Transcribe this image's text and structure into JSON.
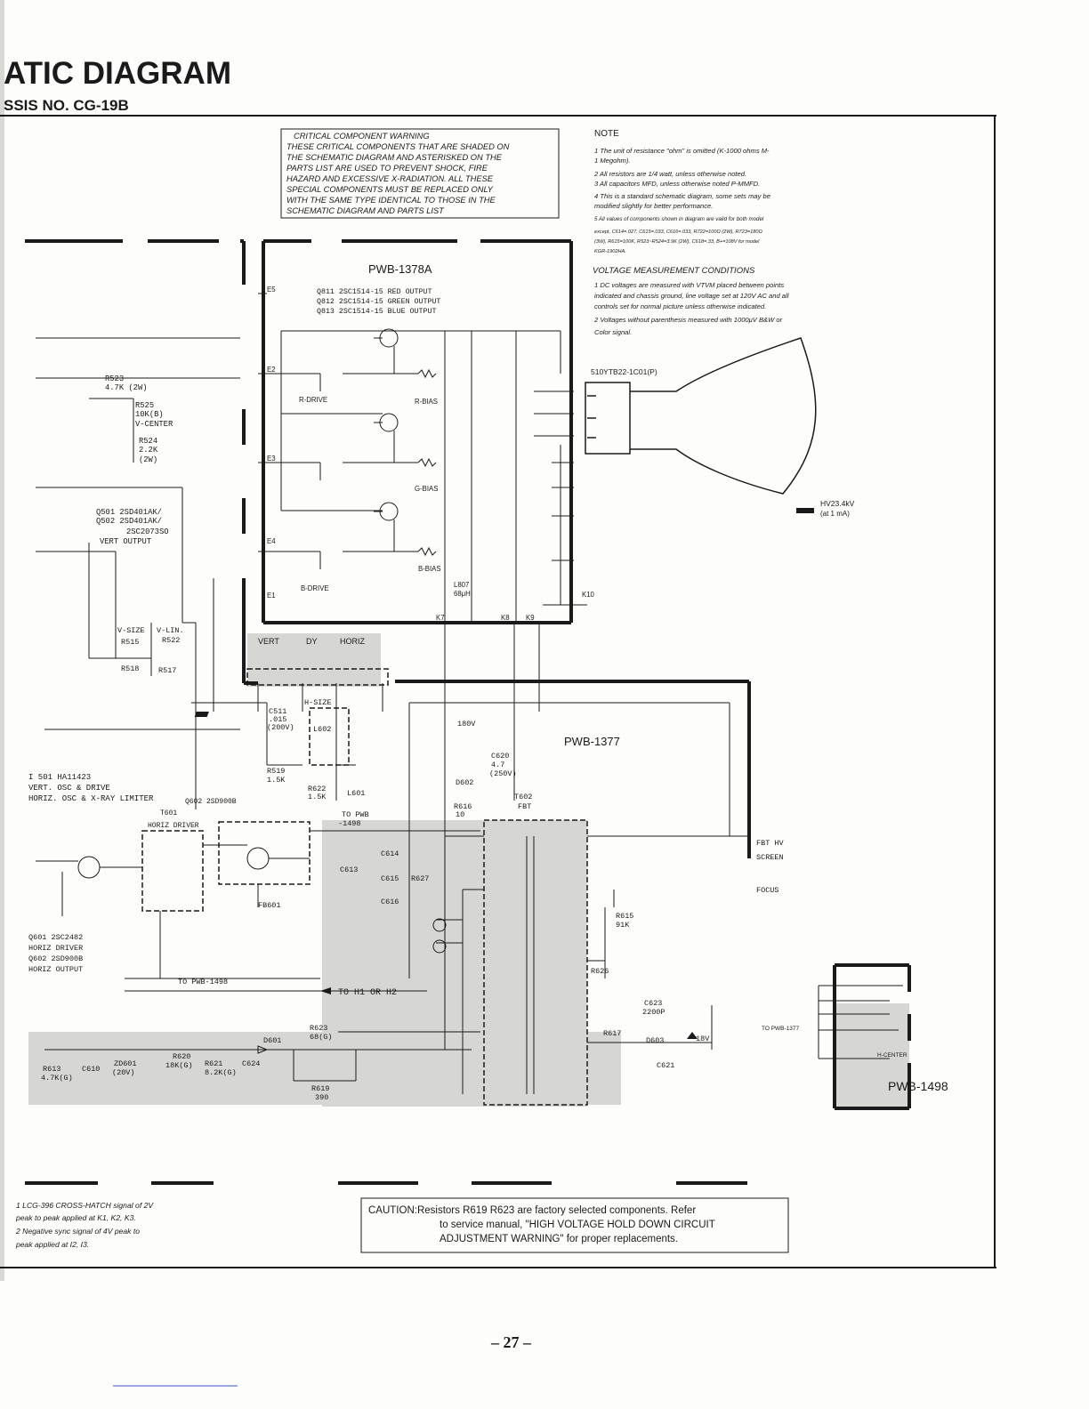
{
  "header": {
    "title": "ATIC DIAGRAM",
    "subtitle": "SSIS NO. CG-19B"
  },
  "warning": {
    "heading": "CRITICAL COMPONENT WARNING",
    "lines": [
      "THESE CRITICAL COMPONENTS THAT ARE SHADED ON",
      "THE SCHEMATIC DIAGRAM AND ASTERISKED ON THE",
      "PARTS LIST ARE USED TO PREVENT SHOCK, FIRE",
      "HAZARD AND EXCESSIVE X-RADIATION. ALL THESE",
      "SPECIAL COMPONENTS MUST BE REPLACED ONLY",
      "WITH THE SAME TYPE IDENTICAL TO THOSE IN THE",
      "SCHEMATIC DIAGRAM AND PARTS LIST"
    ]
  },
  "note": {
    "heading": "NOTE",
    "lines": [
      "1  The unit of resistance \"ohm\" is omitted (K-1000 ohms  M-",
      "   1 Megohm).",
      "2  All resistors are 1/4 watt, unless otherwise noted.",
      "3  All capacitors MFD, unless otherwise noted P-MMFD.",
      "4  This is a standard schematic diagram, some sets may be",
      "   modified slightly for better performance.",
      "5  All values of components shown in diagram are valid for both model",
      "   except, C614=.027, C615=.033, C616=.033, R722=100Ω (2W), R723=180Ω",
      "   (3W), R615=100K, R523~R524=3.9K (2W), C618=.33, B+=108V for model",
      "   KGR-1902HA."
    ]
  },
  "voltage": {
    "heading": "VOLTAGE MEASUREMENT CONDITIONS",
    "lines": [
      "1  DC voltages are measured with VTVM placed between points",
      "   indicated and chassis ground, line voltage set at 120V AC and all",
      "   controls set for normal picture unless otherwise indicated.",
      "2  Voltages without parenthesis measured with 1000μV B&W or",
      "   Color signal."
    ]
  },
  "boards": {
    "pwb1378": "PWB-1378A",
    "pwb1377": "PWB-1377",
    "pwb1498": "PWB-1498"
  },
  "labels": {
    "q811": "Q811   2SC1514-15  RED OUTPUT",
    "q812": "Q812   2SC1514-15  GREEN OUTPUT",
    "q813": "Q813   2SC1514-15  BLUE  OUTPUT",
    "crt": "510YTB22-1C01(P)",
    "hv": "HV23.4kV",
    "hv_sub": "(at 1 mA)",
    "r523": "R523",
    "r523v": "4.7K (2W)",
    "r525": "R525",
    "r525v": "10K(B)",
    "vcenter": "V-CENTER",
    "r524": "R524",
    "r524v": "2.2K",
    "r524w": "(2W)",
    "q501": "Q501   2SD401AK/",
    "q502": "Q502   2SD401AK/",
    "q502b": "2SC2073SO",
    "vertout": "VERT OUTPUT",
    "vsize": "V-SIZE",
    "vlin": "V-LIN.",
    "r515": "R515",
    "r522": "R522",
    "r518": "R518",
    "r517": "R517",
    "vert": "VERT",
    "dy": "DY",
    "horiz": "HORIZ",
    "hsize": "H-SIZE",
    "l602": "L602",
    "c511": "C511",
    "c511v": ".015",
    "c511w": "(200V)",
    "r519": "R519",
    "r519v": "1.5K",
    "r622": "R622",
    "r622v": "1.5K",
    "l601": "L601",
    "ic501": "I 501   HA11423",
    "ic501a": "VERT. OSC & DRIVE",
    "ic501b": "HORIZ. OSC & X-RAY LIMITER",
    "q602": "Q602   2SD900B",
    "t601": "T601",
    "horizdriver": "HORIZ DRIVER",
    "topwb1498": "TO PWB",
    "topwb1498b": "-1498",
    "c614": "C614",
    "c615": "C615",
    "c616": "C616",
    "c613": "C613",
    "r627": "R627",
    "fb601": "FB601",
    "q601lbl": "Q601   2SC2482",
    "q601a": "HORIZ DRIVER",
    "q602lbl": "Q602   2SD900B",
    "q602a": "HORIZ OUTPUT",
    "topwb1498e": "TO PWB-1498",
    "tohiorh2": "TO H1 OR H2",
    "v180": "180V",
    "c620": "C620",
    "c620v": "4.7",
    "c620w": "(250V)",
    "d602": "D602",
    "r616": "R616",
    "r616v": "10",
    "t602": "T602",
    "fbt": "FBT",
    "fbthv": "FBT  HV",
    "screen": "SCREEN",
    "focus": "FOCUS",
    "r615": "R615",
    "r615v": "91K",
    "r626": "R626",
    "c623": "C623",
    "c623v": "2200P",
    "d603": "D603",
    "v18": "18V",
    "r617": "R617",
    "c621": "C621",
    "r623": "R623",
    "r623v": "68(G)",
    "d601": "D601",
    "r620": "R620",
    "r620v": "18K(G)",
    "r621": "R621",
    "r621v": "8.2K(G)",
    "c624": "C624",
    "r619": "R619",
    "r619v": "390",
    "r613": "R613",
    "r613v": "4.7K(G)",
    "c610": "C610",
    "zd601": "ZD601",
    "zd601v": "(20V)",
    "topwb1377": "TO PWB-1377",
    "hcenter": "H-CENTER",
    "k7": "K7",
    "k8": "K8",
    "k9": "K9",
    "k10": "K10",
    "e1": "E1",
    "e2": "E2",
    "e3": "E3",
    "e4": "E4",
    "e5": "E5",
    "l807": "L807",
    "l807v": "68μH",
    "rdrive": "R-DRIVE",
    "bdrive": "B-DRIVE",
    "rbias": "R-BIAS",
    "gbias": "G-BIAS",
    "bbias": "B-BIAS"
  },
  "footnotes": [
    "1  LCG-396 CROSS-HATCH signal of 2V",
    "   peak to peak applied at K1, K2, K3.",
    "2  Negative sync signal of 4V peak to",
    "   peak applied at I2, I3."
  ],
  "caution": {
    "lines": [
      "CAUTION:Resistors R619 R623 are factory selected components. Refer",
      "to service manual, \"HIGH VOLTAGE HOLD DOWN CIRCUIT",
      "ADJUSTMENT WARNING\" for proper replacements."
    ]
  },
  "page_number": "– 27 –"
}
